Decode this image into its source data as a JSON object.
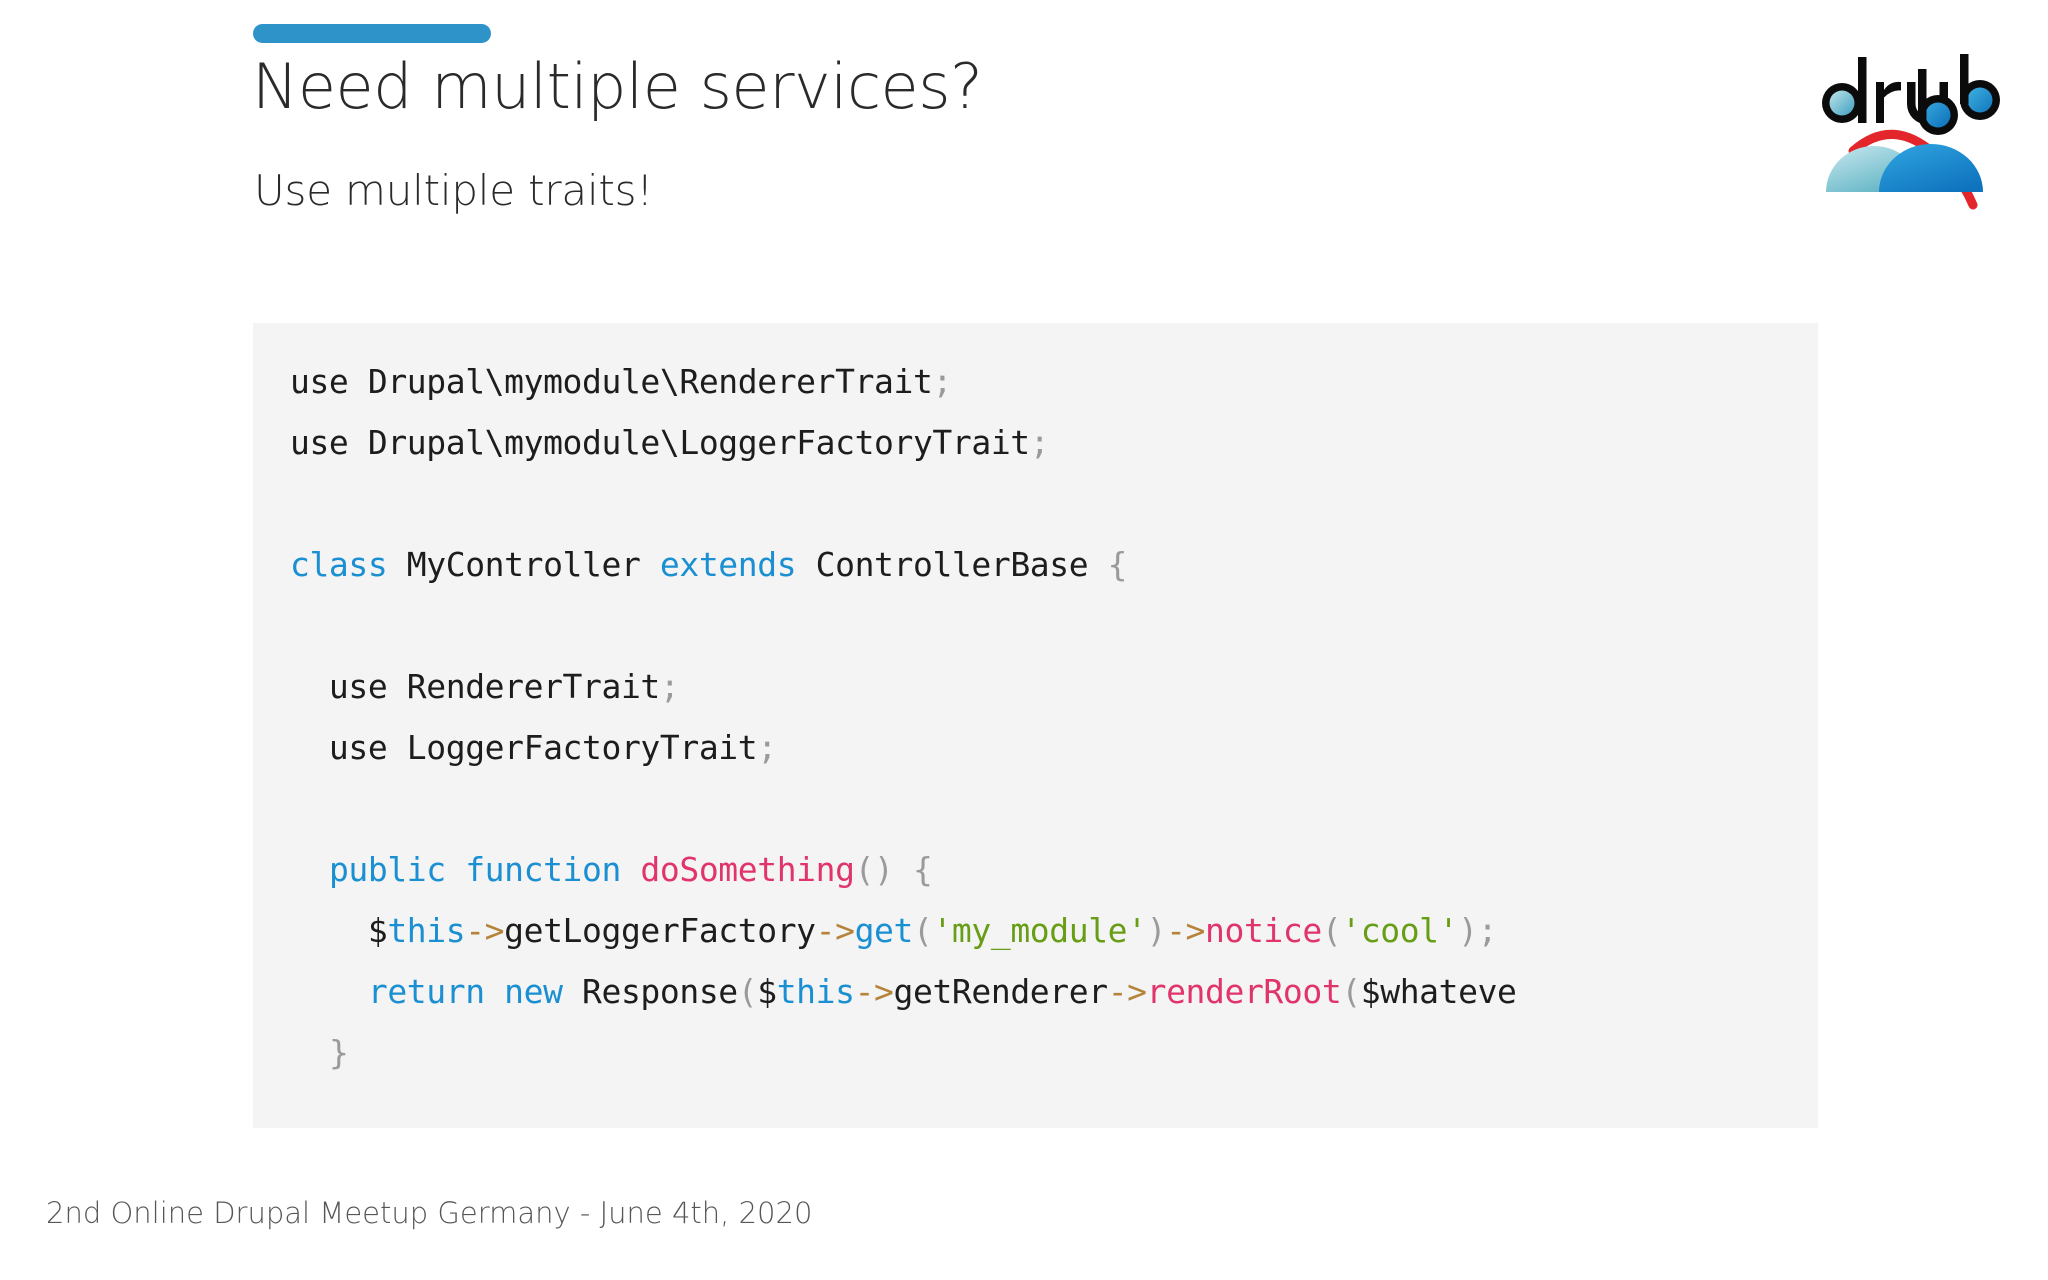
{
  "slide": {
    "title": "Need multiple services?",
    "subtitle": "Use multiple traits!",
    "footer": "2nd Online Drupal Meetup Germany - June 4th, 2020",
    "accent_color": "#2e93c9",
    "code_background": "#f4f4f4"
  },
  "logo": {
    "wordmark": "drubb",
    "colors": {
      "text": "#0b0b0b",
      "cloud_light": "#a9dbe4",
      "cloud_dark": "#1689cf",
      "arc": "#e2262b",
      "bowl_fill_left": "#7fc5d6",
      "bowl_fill_right": "#1f8fd0"
    }
  },
  "code": {
    "language": "php",
    "lines": [
      {
        "id": "line-use-renderer-trait",
        "tokens": [
          {
            "text": "use Drupal\\mymodule\\RendererTrait",
            "cls": "t-plain"
          },
          {
            "text": ";",
            "cls": "t-punc"
          }
        ]
      },
      {
        "id": "line-use-logger-factory-trait",
        "tokens": [
          {
            "text": "use Drupal\\mymodule\\LoggerFactoryTrait",
            "cls": "t-plain"
          },
          {
            "text": ";",
            "cls": "t-punc"
          }
        ]
      },
      {
        "id": "line-blank-1",
        "tokens": [
          {
            "text": " ",
            "cls": "t-plain"
          }
        ]
      },
      {
        "id": "line-class-declaration",
        "tokens": [
          {
            "text": "class",
            "cls": "t-kw"
          },
          {
            "text": " MyController ",
            "cls": "t-plain"
          },
          {
            "text": "extends",
            "cls": "t-kw"
          },
          {
            "text": " ControllerBase ",
            "cls": "t-plain"
          },
          {
            "text": "{",
            "cls": "t-punc"
          }
        ]
      },
      {
        "id": "line-blank-2",
        "tokens": [
          {
            "text": " ",
            "cls": "t-plain"
          }
        ]
      },
      {
        "id": "line-trait-renderer",
        "tokens": [
          {
            "text": "  use RendererTrait",
            "cls": "t-plain"
          },
          {
            "text": ";",
            "cls": "t-punc"
          }
        ]
      },
      {
        "id": "line-trait-logger-factory",
        "tokens": [
          {
            "text": "  use LoggerFactoryTrait",
            "cls": "t-plain"
          },
          {
            "text": ";",
            "cls": "t-punc"
          }
        ]
      },
      {
        "id": "line-blank-3",
        "tokens": [
          {
            "text": " ",
            "cls": "t-plain"
          }
        ]
      },
      {
        "id": "line-method-signature",
        "tokens": [
          {
            "text": "  ",
            "cls": "t-plain"
          },
          {
            "text": "public function",
            "cls": "t-kw"
          },
          {
            "text": " ",
            "cls": "t-plain"
          },
          {
            "text": "doSomething",
            "cls": "t-fn"
          },
          {
            "text": "()",
            "cls": "t-punc"
          },
          {
            "text": " ",
            "cls": "t-plain"
          },
          {
            "text": "{",
            "cls": "t-punc"
          }
        ]
      },
      {
        "id": "line-logger-notice",
        "tokens": [
          {
            "text": "    ",
            "cls": "t-plain"
          },
          {
            "text": "$",
            "cls": "t-dollar"
          },
          {
            "text": "this",
            "cls": "t-var"
          },
          {
            "text": "->",
            "cls": "t-arrow"
          },
          {
            "text": "getLoggerFactory",
            "cls": "t-plain"
          },
          {
            "text": "->",
            "cls": "t-arrow"
          },
          {
            "text": "get",
            "cls": "t-var"
          },
          {
            "text": "(",
            "cls": "t-punc"
          },
          {
            "text": "'my_module'",
            "cls": "t-str"
          },
          {
            "text": ")",
            "cls": "t-punc"
          },
          {
            "text": "->",
            "cls": "t-arrow"
          },
          {
            "text": "notice",
            "cls": "t-fn"
          },
          {
            "text": "(",
            "cls": "t-punc"
          },
          {
            "text": "'cool'",
            "cls": "t-str"
          },
          {
            "text": ")",
            "cls": "t-punc"
          },
          {
            "text": ";",
            "cls": "t-punc"
          }
        ]
      },
      {
        "id": "line-return-response",
        "tokens": [
          {
            "text": "    ",
            "cls": "t-plain"
          },
          {
            "text": "return new",
            "cls": "t-kw"
          },
          {
            "text": " Response",
            "cls": "t-plain"
          },
          {
            "text": "(",
            "cls": "t-punc"
          },
          {
            "text": "$",
            "cls": "t-dollar"
          },
          {
            "text": "this",
            "cls": "t-var"
          },
          {
            "text": "->",
            "cls": "t-arrow"
          },
          {
            "text": "getRenderer",
            "cls": "t-plain"
          },
          {
            "text": "->",
            "cls": "t-arrow"
          },
          {
            "text": "renderRoot",
            "cls": "t-fn"
          },
          {
            "text": "(",
            "cls": "t-punc"
          },
          {
            "text": "$whateve",
            "cls": "t-plain"
          }
        ]
      },
      {
        "id": "line-method-close",
        "tokens": [
          {
            "text": "  ",
            "cls": "t-plain"
          },
          {
            "text": "}",
            "cls": "t-punc"
          }
        ]
      }
    ]
  }
}
